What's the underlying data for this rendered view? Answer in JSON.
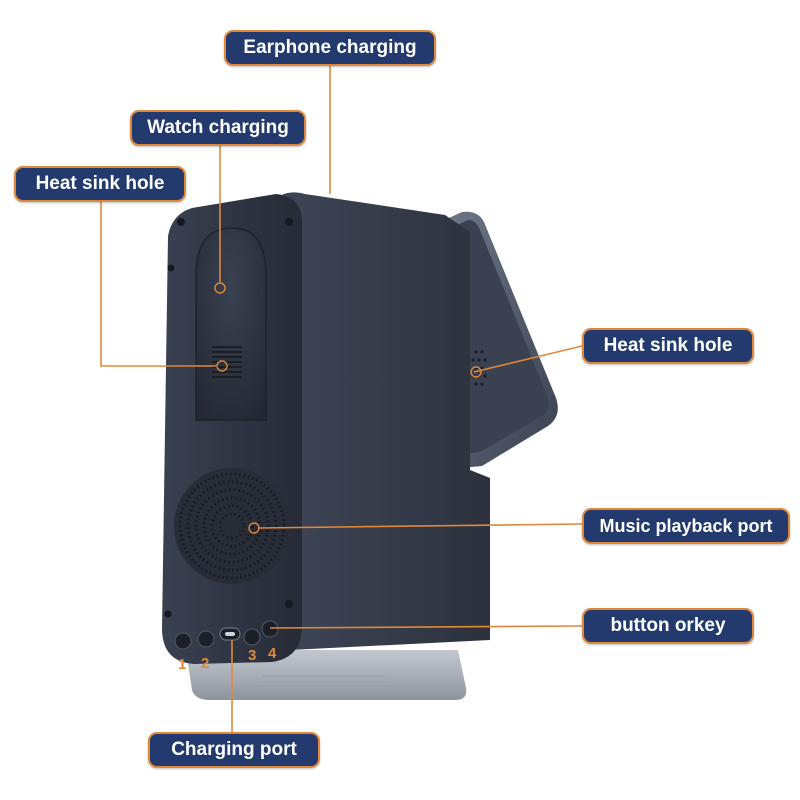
{
  "callouts": {
    "earphone_charging": "Earphone charging",
    "watch_charging": "Watch charging",
    "heat_sink_hole_left": "Heat sink hole",
    "heat_sink_hole_right": "Heat sink hole",
    "music_playback_port": "Music playback port",
    "button_orkey": "button orkey",
    "charging_port": "Charging port"
  },
  "button_numbers": [
    "1",
    "2",
    "3",
    "4"
  ],
  "colors": {
    "callout_fill": "#233a6e",
    "callout_border": "#e0883a",
    "leader_line": "#e0883a",
    "device_body": "#2e3442"
  }
}
